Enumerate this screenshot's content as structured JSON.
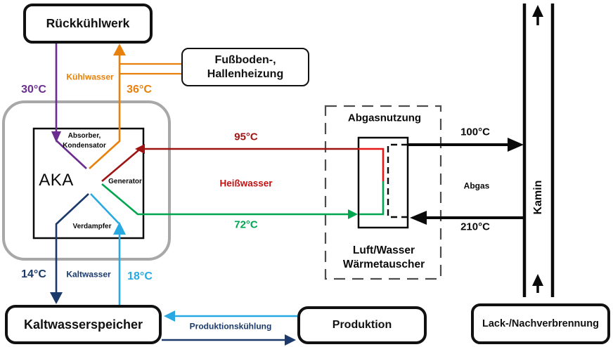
{
  "diagram": {
    "boxes": {
      "rueckkuehlwerk": "Rückkühlwerk",
      "fussboden_line1": "Fußboden-,",
      "fussboden_line2": "Hallenheizung",
      "kaltwasserspeicher": "Kaltwasserspeicher",
      "produktion": "Produktion",
      "lack_nachverbrennung": "Lack-/Nachverbrennung"
    },
    "aka": {
      "label": "AKA",
      "absorber_line1": "Absorber,",
      "absorber_line2": "Kondensator",
      "generator": "Generator",
      "verdampfer": "Verdampfer"
    },
    "abgasnutzung": {
      "title": "Abgasnutzung",
      "heat_exchanger_line1": "Luft/Wasser",
      "heat_exchanger_line2": "Wärmetauscher"
    },
    "flow_labels": {
      "kuehlwasser": "Kühlwasser",
      "heisswasser": "Heißwasser",
      "kaltwasser": "Kaltwasser",
      "produktionskuehlung": "Produktionskühlung",
      "abgas": "Abgas",
      "kamin": "Kamin"
    },
    "temperatures": {
      "t30": "30°C",
      "t36": "36°C",
      "t95": "95°C",
      "t72": "72°C",
      "t100": "100°C",
      "t210": "210°C",
      "t14": "14°C",
      "t18": "18°C"
    },
    "colors": {
      "purple": "#6B2D90",
      "orange": "#E8810C",
      "dark_red": "#A01313",
      "red_text": "#C41111",
      "bright_red": "#E81717",
      "green": "#00A54F",
      "navy": "#1B3A6B",
      "cyan": "#29A9E1",
      "gray_box": "#A8A8A8",
      "dash_gray": "#4D4D4D"
    }
  }
}
